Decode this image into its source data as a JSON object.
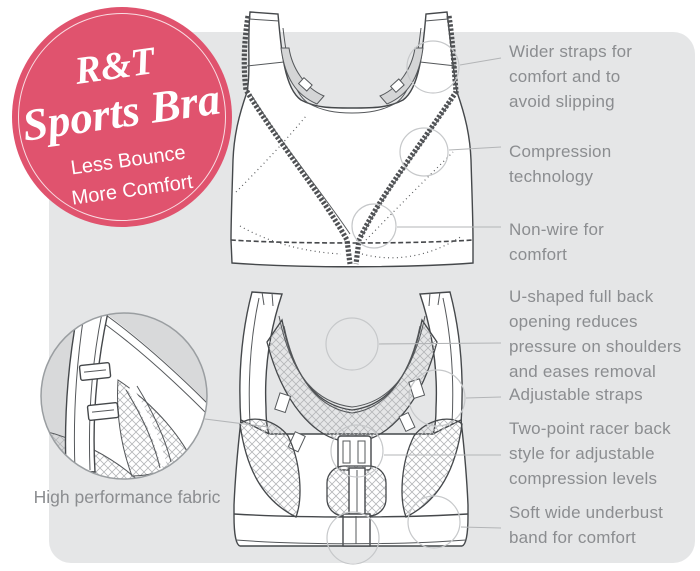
{
  "badge": {
    "brand": "R&T",
    "product": "Sports Bra",
    "tagline_line1": "Less Bounce",
    "tagline_line2": "More Comfort"
  },
  "front_features": [
    "Wider straps for comfort and to avoid slipping",
    "Compression technology",
    "Non-wire for comfort"
  ],
  "back_features": [
    "U-shaped full back opening reduces pressure on shoulders and eases removal",
    "Adjustable straps",
    "Two-point racer back style for adjustable compression levels",
    "Soft wide underbust band for comfort"
  ],
  "magnifier": {
    "caption": "High performance fabric"
  },
  "colors": {
    "badge_pink": "#e0536e",
    "panel_gray": "#e5e6e7",
    "label_gray": "#8b8d90",
    "line_art": "#45484b"
  }
}
